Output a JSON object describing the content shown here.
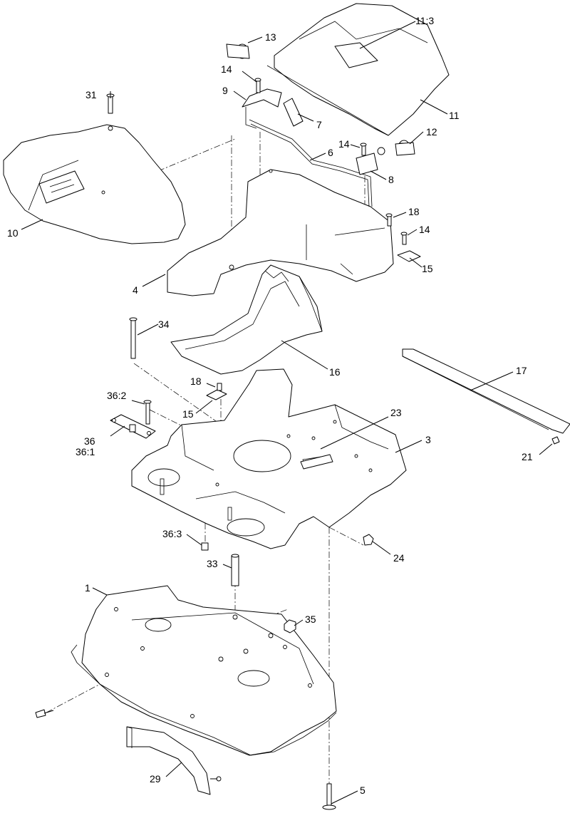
{
  "callouts": [
    {
      "id": "c-11-3",
      "label": "11:3"
    },
    {
      "id": "c-13",
      "label": "13"
    },
    {
      "id": "c-14-a",
      "label": "14"
    },
    {
      "id": "c-9",
      "label": "9"
    },
    {
      "id": "c-31",
      "label": "31"
    },
    {
      "id": "c-11",
      "label": "11"
    },
    {
      "id": "c-7",
      "label": "7"
    },
    {
      "id": "c-12",
      "label": "12"
    },
    {
      "id": "c-14-b",
      "label": "14"
    },
    {
      "id": "c-6",
      "label": "6"
    },
    {
      "id": "c-8",
      "label": "8"
    },
    {
      "id": "c-18-a",
      "label": "18"
    },
    {
      "id": "c-14-c",
      "label": "14"
    },
    {
      "id": "c-10",
      "label": "10"
    },
    {
      "id": "c-15-a",
      "label": "15"
    },
    {
      "id": "c-4",
      "label": "4"
    },
    {
      "id": "c-34",
      "label": "34"
    },
    {
      "id": "c-16",
      "label": "16"
    },
    {
      "id": "c-17",
      "label": "17"
    },
    {
      "id": "c-18-b",
      "label": "18"
    },
    {
      "id": "c-36-2",
      "label": "36:2"
    },
    {
      "id": "c-15-b",
      "label": "15"
    },
    {
      "id": "c-23",
      "label": "23"
    },
    {
      "id": "c-3",
      "label": "3"
    },
    {
      "id": "c-36",
      "label": "36"
    },
    {
      "id": "c-36-1",
      "label": "36:1"
    },
    {
      "id": "c-21",
      "label": "21"
    },
    {
      "id": "c-36-3",
      "label": "36:3"
    },
    {
      "id": "c-24",
      "label": "24"
    },
    {
      "id": "c-33",
      "label": "33"
    },
    {
      "id": "c-1",
      "label": "1"
    },
    {
      "id": "c-35",
      "label": "35"
    },
    {
      "id": "c-29",
      "label": "29"
    },
    {
      "id": "c-5",
      "label": "5"
    }
  ]
}
